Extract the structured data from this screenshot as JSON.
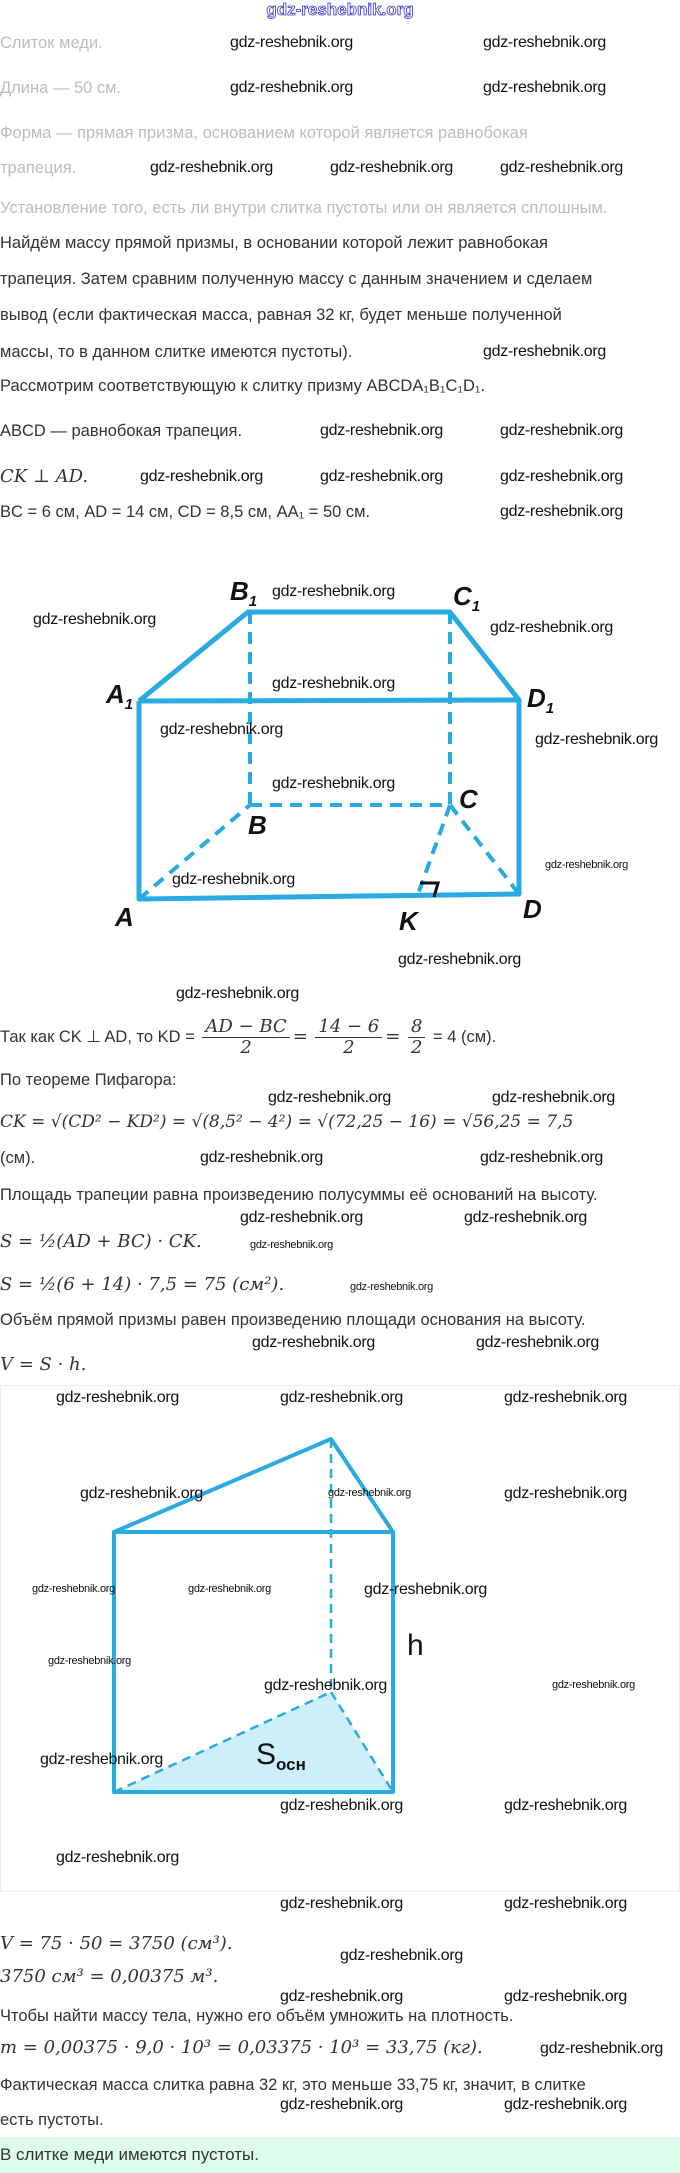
{
  "watermark": "gdz-reshebnik.org",
  "given": {
    "object": "Слиток меди.",
    "length": "Длина — 50 см.",
    "shape_1": "Форма — прямая призма, основанием которой является равнобокая",
    "shape_2": "трапеция.",
    "goal": "Установление того, есть ли внутри слитка пустоты или он является сплошным."
  },
  "solution": {
    "plan_1": "Найдём массу прямой призмы, в основании которой лежит равнобокая",
    "plan_2": "трапеция. Затем сравним полученную массу с данным значением и сделаем",
    "plan_3": "вывод (если фактическая масса, равная 32 кг, будет меньше полученной",
    "plan_4": "массы, то в данном слитке имеются пустоты).",
    "consider": "Рассмотрим соответствующую к слитку призму ABCDA₁B₁C₁D₁.",
    "trapezoid": "ABCD — равнобокая трапеция.",
    "perp": "CK ⊥ AD.",
    "values": "BC = 6 см, AD = 14 см, CD = 8,5 см, AA₁ = 50 см.",
    "kd_prefix": "Так как CK ⊥ AD, то KD =",
    "kd_f1_num": "AD − BC",
    "kd_f1_den": "2",
    "kd_f2_num": "14 − 6",
    "kd_f2_den": "2",
    "kd_f3_num": "8",
    "kd_f3_den": "2",
    "kd_result": "= 4 (см).",
    "pythagoras": "По теореме Пифагора:",
    "ck_formula": "CK = √(CD² − KD²) = √(8,5² − 4²) = √(72,25 − 16) = √56,25 = 7,5",
    "ck_unit": "(см).",
    "area_rule": "Площадь трапеции равна произведению полусуммы её оснований на высоту.",
    "area_formula": "S = ½(AD + BC) · CK.",
    "area_calc": "S = ½(6 + 14) · 7,5 = 75 (см²).",
    "volume_rule": "Объём прямой призмы равен произведению площади основания на высоту.",
    "volume_formula": "V = S · h.",
    "volume_calc": "V = 75 · 50 = 3750 (см³).",
    "volume_convert": "3750 см³ = 0,00375 м³.",
    "mass_rule": "Чтобы найти массу тела, нужно его объём умножить на плотность.",
    "mass_calc": "m = 0,00375 · 9,0 · 10³ = 0,03375 · 10³ = 33,75 (кг).",
    "conclusion_1": "Фактическая масса слитка равна 32 кг, это меньше 33,75 кг, значит, в слитке",
    "conclusion_2": "есть пустоты."
  },
  "answer": "В слитке меди имеются пустоты.",
  "figure1": {
    "labels": {
      "A": "A",
      "B": "B",
      "C": "C",
      "D": "D",
      "K": "K",
      "A1": "A",
      "B1": "B",
      "C1": "C",
      "D1": "D",
      "sub": "1"
    },
    "color": "#29abe2"
  },
  "figure2": {
    "h_label": "h",
    "s_label": "S",
    "s_sub": "осн",
    "color": "#29abe2",
    "fill": "#cdeffa"
  }
}
